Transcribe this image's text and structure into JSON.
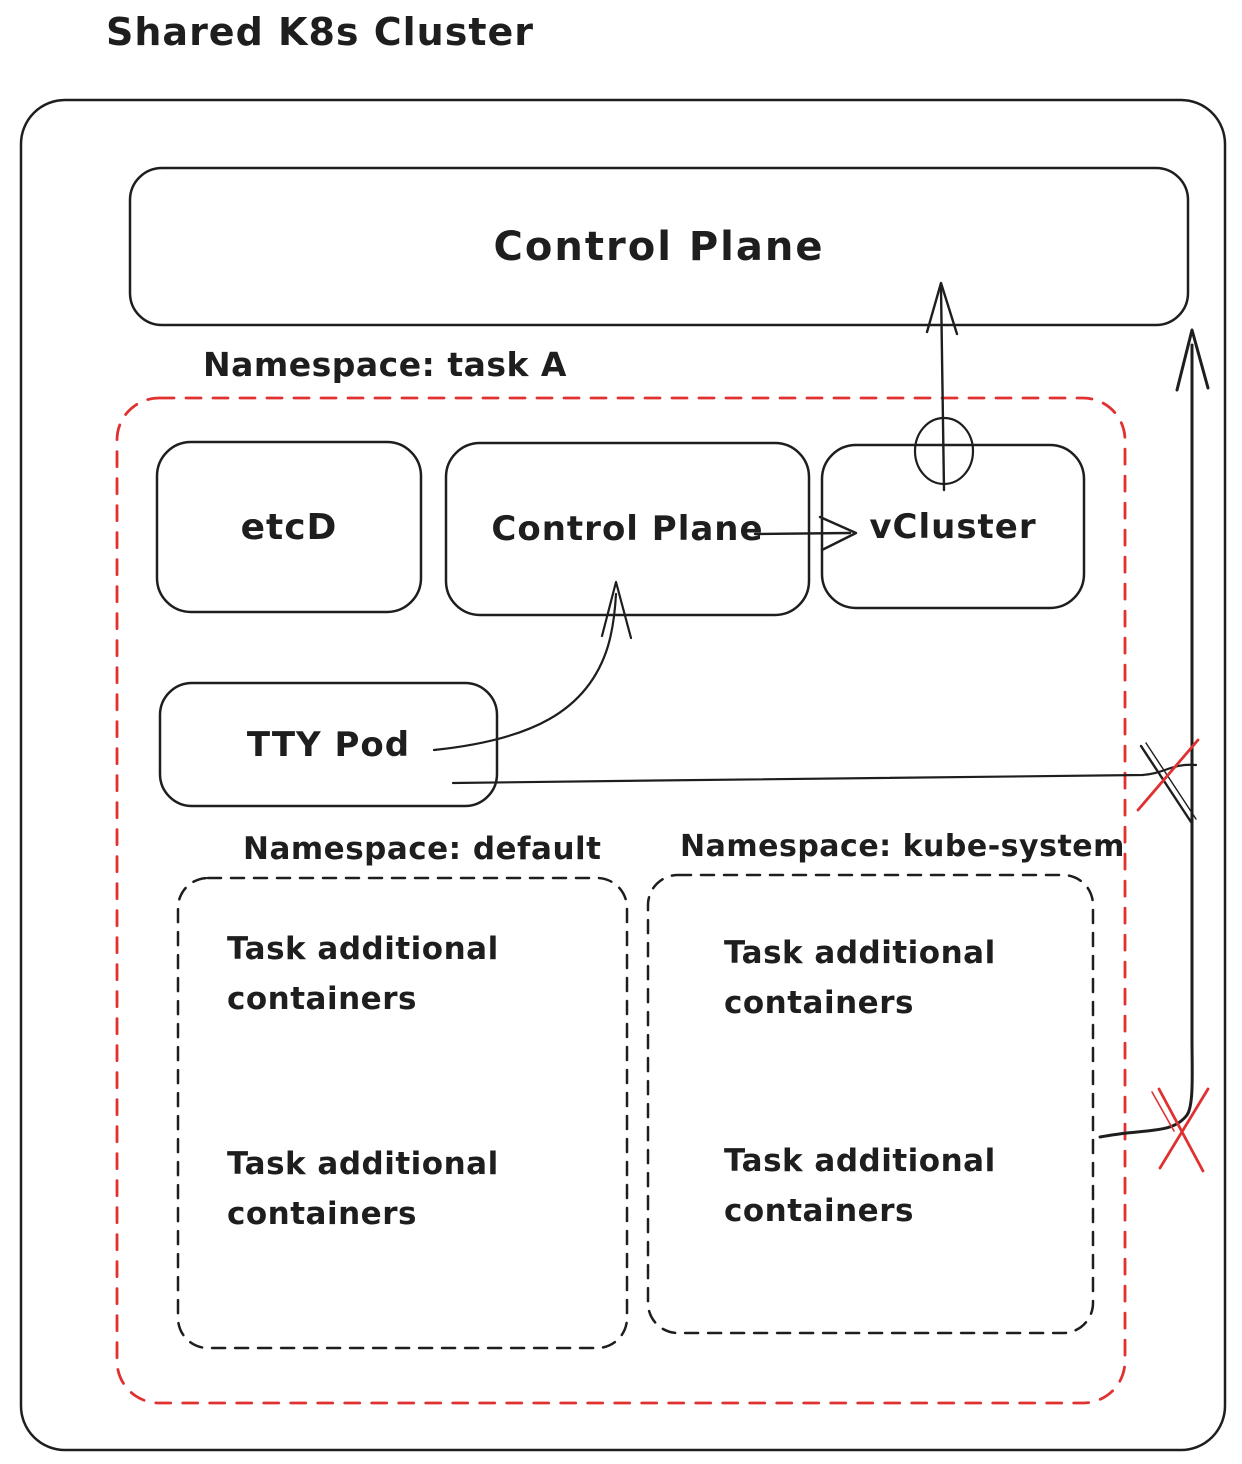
{
  "title": "Shared K8s Cluster",
  "colors": {
    "ink": "#1e1e1e",
    "alert_red": "#e03131",
    "background": "#ffffff"
  },
  "cluster": {
    "control_plane_label": "Control Plane",
    "task_namespace": {
      "label": "Namespace: task A",
      "etcd_label": "etcD",
      "control_plane_label": "Control Plane",
      "vcluster_label": "vCluster",
      "tty_pod_label": "TTY Pod",
      "default_namespace": {
        "label": "Namespace: default",
        "items": [
          "Task additional containers",
          "Task additional containers"
        ]
      },
      "kube_system_namespace": {
        "label": "Namespace: kube-system",
        "items": [
          "Task additional containers",
          "Task additional containers"
        ]
      }
    }
  }
}
